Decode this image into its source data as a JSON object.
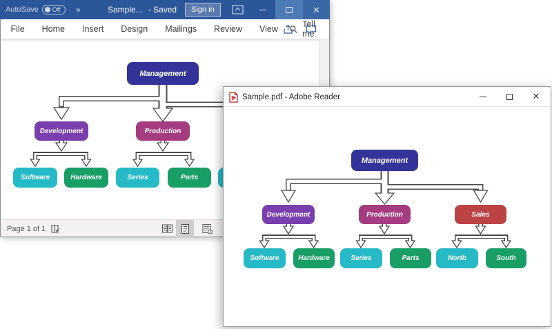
{
  "colors": {
    "word_titlebar": "#2B579A",
    "management": "#333399",
    "development": "#7A3FAE",
    "production": "#A63C80",
    "sales": "#BC4343",
    "teal": "#26BAC6",
    "green": "#199E66"
  },
  "word_window": {
    "title_bar": {
      "autosave_label": "AutoSave",
      "autosave_state": "Off",
      "qat_glyph": "»",
      "doc_title": "Sample...",
      "save_status": "- Saved",
      "sign_in_label": "Sign in"
    },
    "ribbon": {
      "tabs": [
        "File",
        "Home",
        "Insert",
        "Design",
        "Mailings",
        "Review",
        "View"
      ],
      "tell_me_label": "Tell me"
    },
    "status_bar": {
      "page_indicator": "Page 1 of 1"
    },
    "chart": {
      "type": "org-chart",
      "nodes": [
        {
          "label": "Management",
          "color": "#333399",
          "parent": null
        },
        {
          "label": "Development",
          "color": "#7A3FAE",
          "parent": "Management"
        },
        {
          "label": "Production",
          "color": "#A63C80",
          "parent": "Management"
        },
        {
          "label": "Software",
          "color": "#26BAC6",
          "parent": "Development"
        },
        {
          "label": "Hardware",
          "color": "#199E66",
          "parent": "Development"
        },
        {
          "label": "Series",
          "color": "#26BAC6",
          "parent": "Production"
        },
        {
          "label": "Parts",
          "color": "#199E66",
          "parent": "Production"
        },
        {
          "label": "",
          "color": "#26BAC6",
          "parent": "Production"
        }
      ]
    }
  },
  "adobe_window": {
    "title": "Sample.pdf - Adobe Reader",
    "chart": {
      "type": "org-chart",
      "nodes": [
        {
          "label": "Management",
          "color": "#333399",
          "parent": null
        },
        {
          "label": "Development",
          "color": "#7A3FAE",
          "parent": "Management"
        },
        {
          "label": "Production",
          "color": "#A63C80",
          "parent": "Management"
        },
        {
          "label": "Sales",
          "color": "#BC4343",
          "parent": "Management"
        },
        {
          "label": "Software",
          "color": "#26BAC6",
          "parent": "Development"
        },
        {
          "label": "Hardware",
          "color": "#199E66",
          "parent": "Development"
        },
        {
          "label": "Series",
          "color": "#26BAC6",
          "parent": "Production"
        },
        {
          "label": "Parts",
          "color": "#199E66",
          "parent": "Production"
        },
        {
          "label": "North",
          "color": "#26BAC6",
          "parent": "Sales"
        },
        {
          "label": "South",
          "color": "#199E66",
          "parent": "Sales"
        }
      ]
    }
  }
}
